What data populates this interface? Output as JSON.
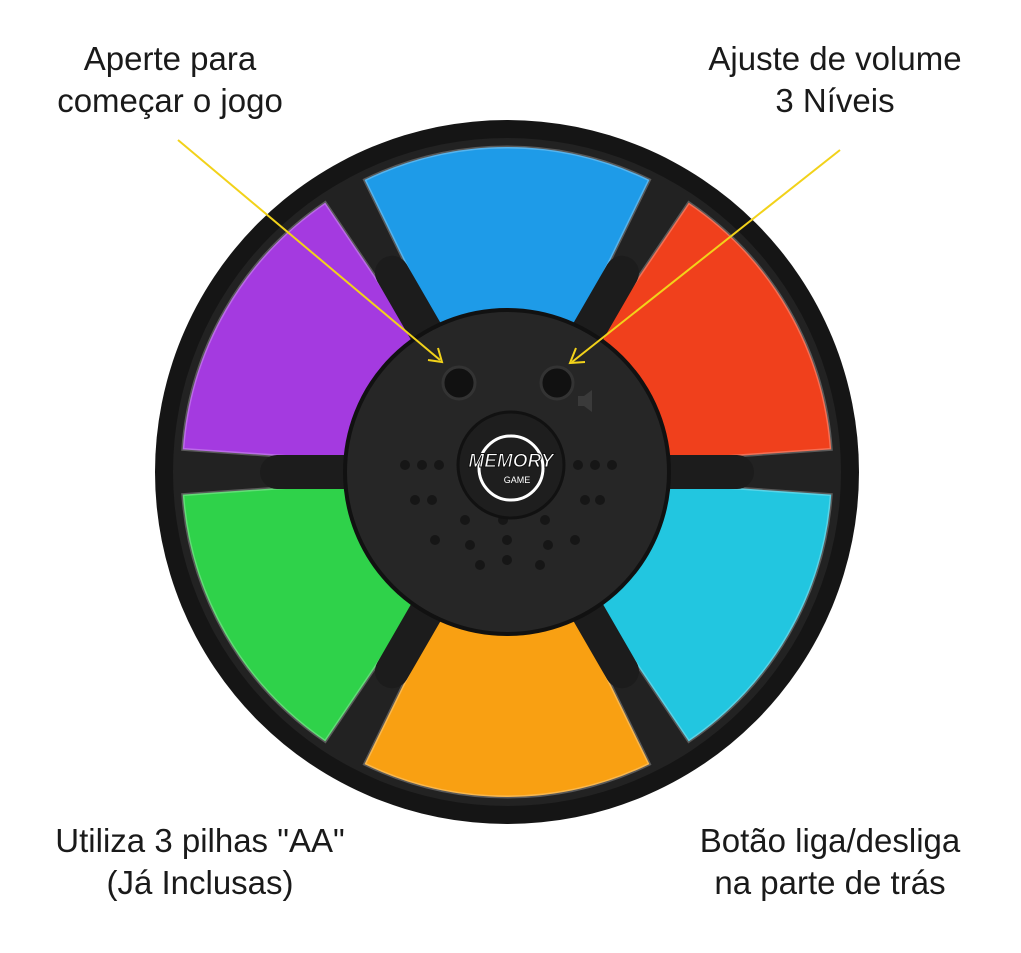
{
  "labels": {
    "start": {
      "line1": "Aperte para",
      "line2": "começar o jogo"
    },
    "volume": {
      "line1": "Ajuste de volume",
      "line2": "3 Níveis"
    },
    "batteries": {
      "line1": "Utiliza 3 pilhas \"AA\"",
      "line2": "(Já Inclusas)"
    },
    "power": {
      "line1": "Botão liga/desliga",
      "line2": "na parte de trás"
    }
  },
  "logo": {
    "title": "MEMORY",
    "subtitle": "GAME"
  },
  "pads": [
    {
      "name": "blue",
      "color": "#1e9be8"
    },
    {
      "name": "red",
      "color": "#f0401c"
    },
    {
      "name": "cyan",
      "color": "#22c6e0"
    },
    {
      "name": "orange",
      "color": "#f9a012"
    },
    {
      "name": "green",
      "color": "#2fd24a"
    },
    {
      "name": "purple",
      "color": "#a43ae0"
    }
  ],
  "colors": {
    "body": "#151515",
    "hub": "#262626",
    "arrow": "#f2d21a"
  }
}
